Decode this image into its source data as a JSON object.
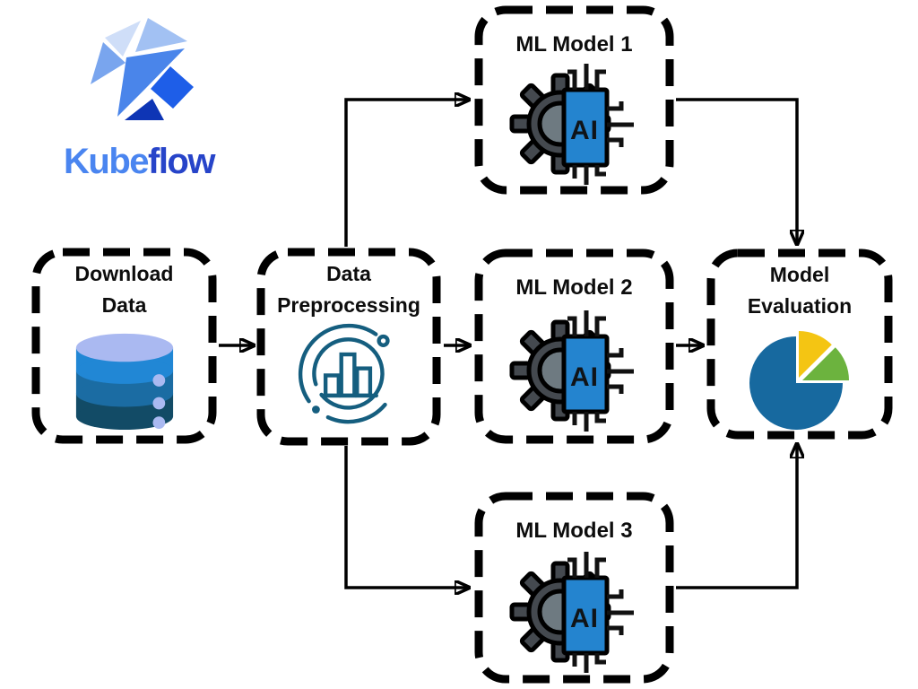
{
  "logo": {
    "text_primary": "Kube",
    "text_secondary": "flow"
  },
  "chip": {
    "label": "AI"
  },
  "nodes": {
    "download": {
      "id": "download-data",
      "title_lines": [
        "Download",
        "Data"
      ],
      "icon": "database-icon"
    },
    "preprocessing": {
      "id": "data-preprocessing",
      "title_lines": [
        "Data",
        "Preprocessing"
      ],
      "icon": "data-processing-icon"
    },
    "ml1": {
      "id": "ml-model-1",
      "title": "ML Model 1",
      "icon": "ai-chip-gear-icon"
    },
    "ml2": {
      "id": "ml-model-2",
      "title": "ML Model 2",
      "icon": "ai-chip-gear-icon"
    },
    "ml3": {
      "id": "ml-model-3",
      "title": "ML Model 3",
      "icon": "ai-chip-gear-icon"
    },
    "evaluation": {
      "id": "model-evaluation",
      "title_lines": [
        "Model",
        "Evaluation"
      ],
      "icon": "pie-chart-icon"
    }
  },
  "edges": [
    {
      "from": "download-data",
      "to": "data-preprocessing"
    },
    {
      "from": "data-preprocessing",
      "to": "ml-model-1"
    },
    {
      "from": "data-preprocessing",
      "to": "ml-model-2"
    },
    {
      "from": "data-preprocessing",
      "to": "ml-model-3"
    },
    {
      "from": "ml-model-1",
      "to": "model-evaluation"
    },
    {
      "from": "ml-model-2",
      "to": "model-evaluation"
    },
    {
      "from": "ml-model-3",
      "to": "model-evaluation"
    }
  ],
  "pie_icon_slices": {
    "blue": 0.75,
    "yellow": 0.13,
    "green": 0.12
  },
  "colors": {
    "outline": "#000000",
    "title_text": "#0d0d0d",
    "logo_kube": "#4a85f0",
    "logo_flow": "#2744c9",
    "logo_facet_sliver": "#cfdef8",
    "logo_facet_top": "#a2c1f3",
    "logo_facet_left": "#79a5ee",
    "logo_facet_center": "#4a85ea",
    "logo_facet_square": "#1e5ee8",
    "logo_facet_bottom": "#0e35b5",
    "db_top": "#aab9f1",
    "db_band1": "#2187d5",
    "db_band2": "#1b6ca3",
    "db_band3": "#124b66",
    "db_dot": "#aab9f1",
    "preprocess_teal": "#155e7f",
    "gear_dark": "#44494f",
    "gear_inner": "#6e7a81",
    "chip_blue": "#2484cf",
    "pie_blue": "#17699f",
    "pie_yellow": "#f4c513",
    "pie_green": "#6cb33e"
  }
}
